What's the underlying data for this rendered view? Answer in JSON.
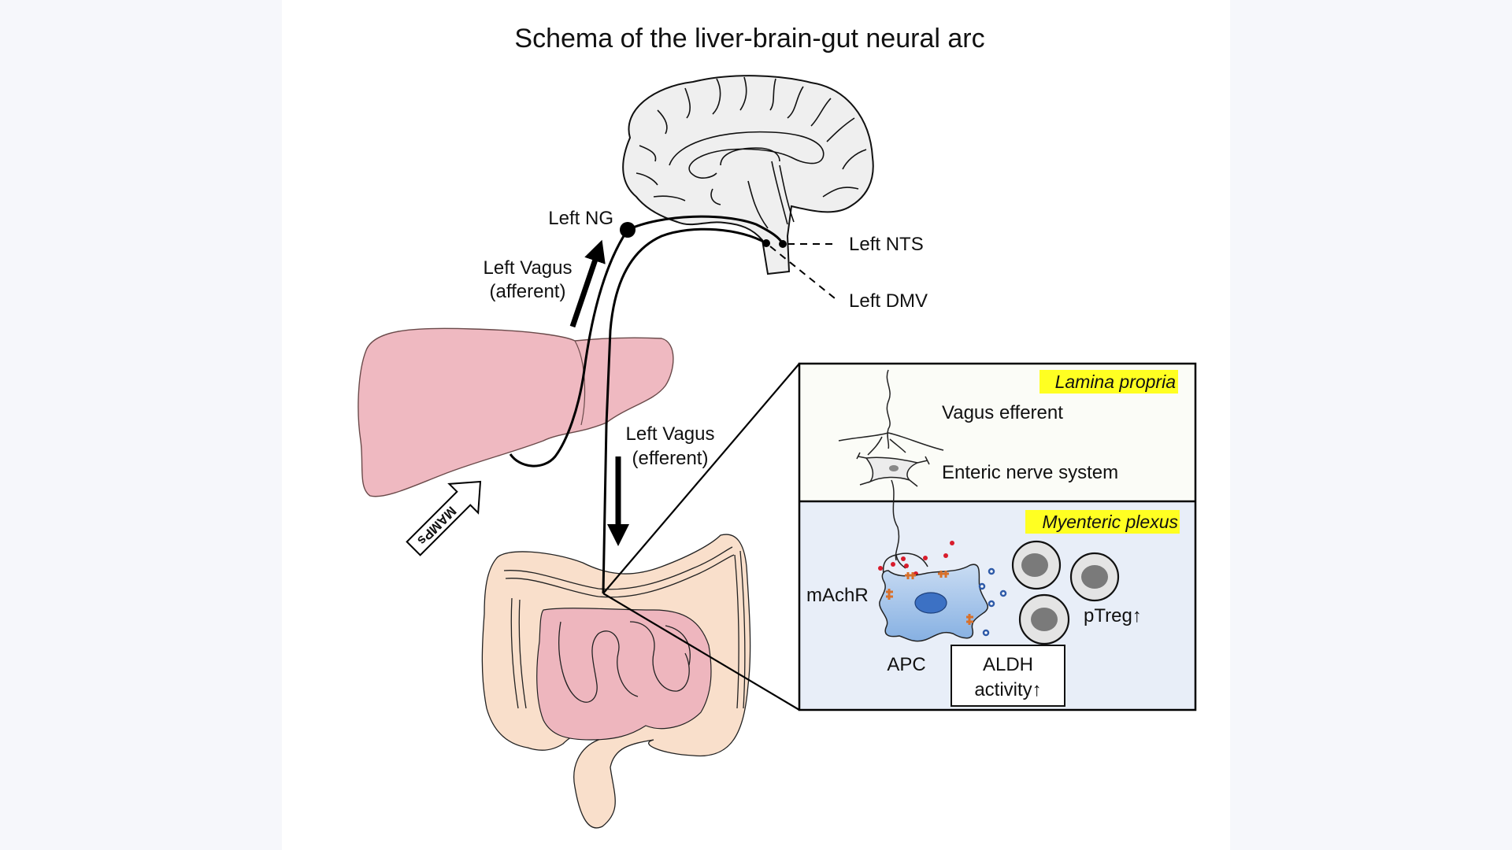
{
  "title": "Schema of the liver-brain-gut neural arc",
  "labels": {
    "left_ng": "Left NG",
    "left_nts": "Left NTS",
    "left_dmv": "Left DMV",
    "afferent_line1": "Left Vagus",
    "afferent_line2": "(afferent)",
    "efferent_line1": "Left Vagus",
    "efferent_line2": "(efferent)",
    "mamps": "MAMPs"
  },
  "inset": {
    "lamina": {
      "heading": "Lamina propria",
      "vagus_efferent": "Vagus efferent",
      "enteric": "Enteric nerve system"
    },
    "myenteric": {
      "heading": "Myenteric plexus",
      "machr": "mAchR",
      "apc": "APC",
      "ptreg": "pTreg↑",
      "aldh_line1": "ALDH",
      "aldh_line2": "activity↑"
    }
  },
  "colors": {
    "page_bg": "#f6f7fb",
    "panel_bg": "#ffffff",
    "brain_fill": "#efefef",
    "liver_fill": "#efb9c1",
    "colon_fill": "#f9dfcb",
    "small_intestine_fill": "#eeb6be",
    "highlight": "#ffff22",
    "lamina_bg": "#fbfcf7",
    "myenteric_bg": "#e8eef8",
    "apc_fill": "#a9c8ec",
    "apc_nucleus": "#3c71c4",
    "acetylcholine_dot": "#d81c2c",
    "receptor": "#d8702a",
    "ra_dot": "#2e5aa8",
    "tcell_fill": "#e4e4e4",
    "tcell_nucleus": "#7a7a7a"
  }
}
